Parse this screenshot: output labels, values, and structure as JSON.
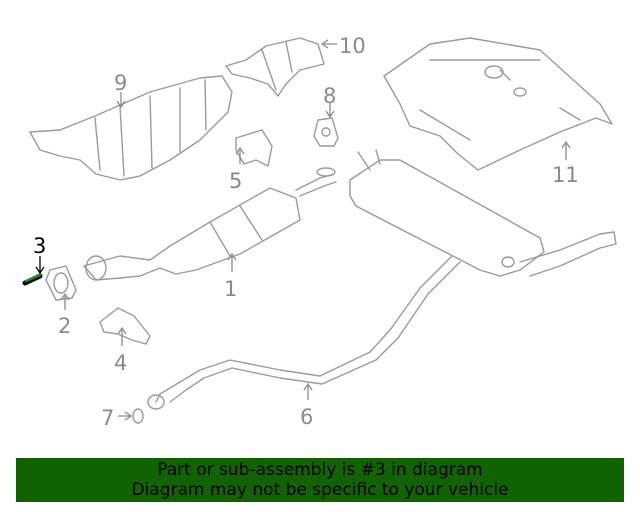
{
  "diagram": {
    "highlight_color": "#2a8a2a",
    "callouts": [
      {
        "num": "1",
        "part": "catalytic-converter"
      },
      {
        "num": "2",
        "part": "gasket"
      },
      {
        "num": "3",
        "part": "stud"
      },
      {
        "num": "4",
        "part": "bracket"
      },
      {
        "num": "5",
        "part": "bracket"
      },
      {
        "num": "6",
        "part": "front-pipe"
      },
      {
        "num": "7",
        "part": "gasket"
      },
      {
        "num": "8",
        "part": "hanger"
      },
      {
        "num": "9",
        "part": "heat-shield"
      },
      {
        "num": "10",
        "part": "heat-shield"
      },
      {
        "num": "11",
        "part": "heat-shield"
      }
    ]
  },
  "banner": {
    "line1": "Part or sub-assembly is #3 in diagram",
    "line2": "Diagram may not be specific to your vehicle",
    "color": "#116200"
  }
}
